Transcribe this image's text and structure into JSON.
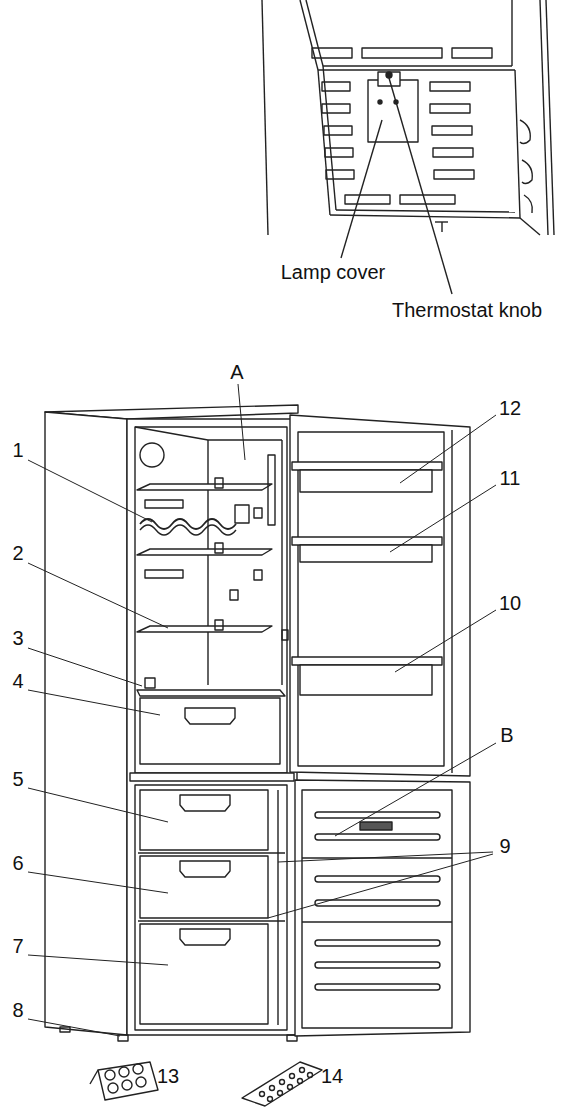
{
  "diagram": {
    "labels": [
      "Lamp cover",
      "Thermostat knob",
      "A",
      "12",
      "1",
      "11",
      "2",
      "10",
      "3",
      "4",
      "B",
      "5",
      "9",
      "6",
      "7",
      "8",
      "13",
      "14"
    ]
  }
}
